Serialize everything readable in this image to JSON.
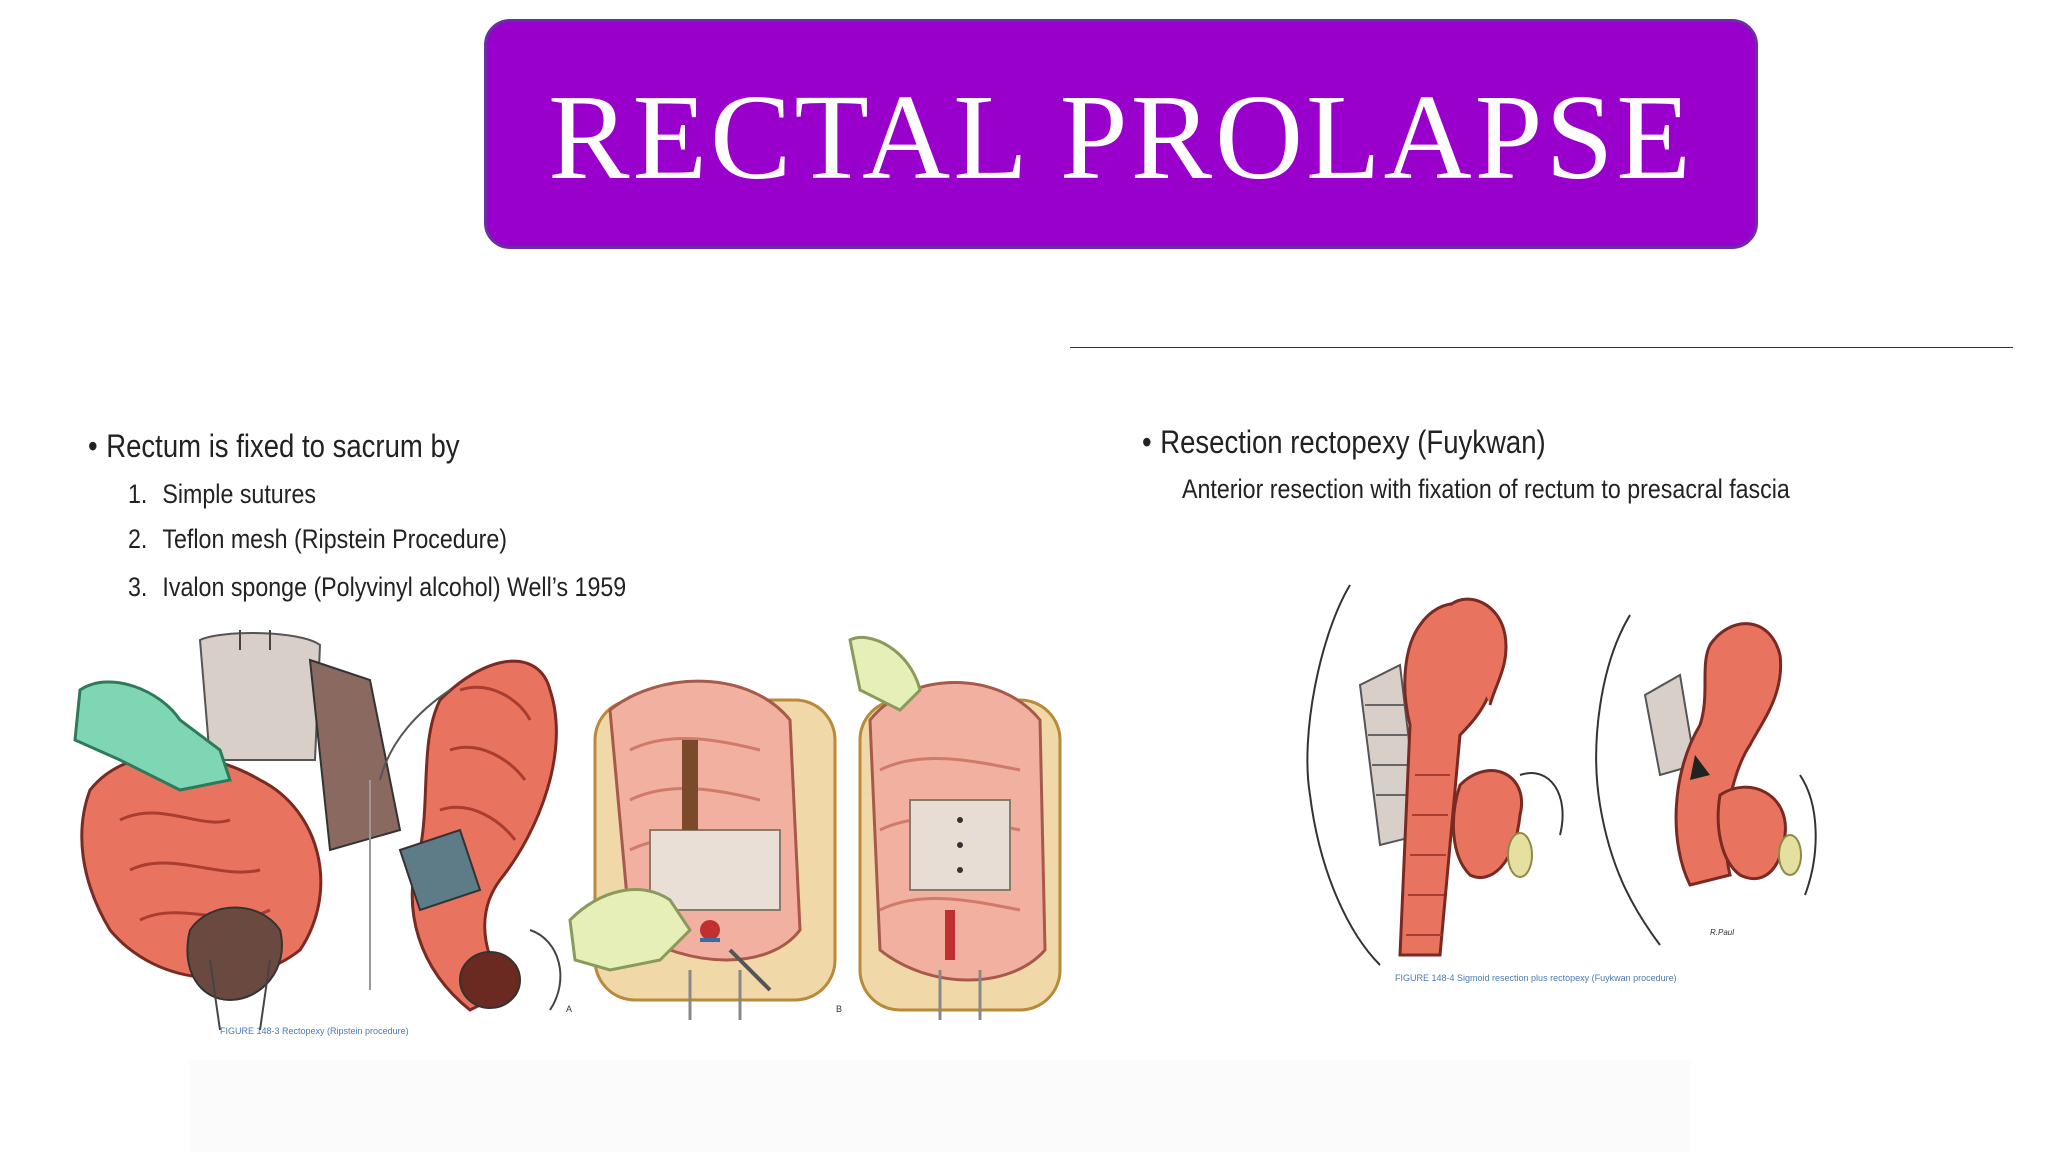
{
  "title": "RECTAL PROLAPSE",
  "left_panel": {
    "heading": "Rectum is fixed to sacrum by",
    "items": [
      {
        "num": "1.",
        "text": "Simple sutures"
      },
      {
        "num": "2.",
        "text": "Teflon mesh (Ripstein Procedure)"
      },
      {
        "num": "3.",
        "text": "Ivalon sponge (Polyvinyl alcohol) Well’s 1959"
      }
    ],
    "figure_caption": "FIGURE 148-3 Rectopexy (Ripstein procedure)",
    "figure_labels": [
      "A",
      "B"
    ]
  },
  "right_panel": {
    "heading": "Resection rectopexy (Fuykwan)",
    "subtext": "Anterior resection with fixation of rectum to presacral fascia",
    "figure_caption": "FIGURE 148-4 Sigmoid resection plus rectopexy (Fuykwan procedure)"
  },
  "colors": {
    "title_bg": "#9a00cc",
    "title_text": "#ffffff",
    "tissue": "#e8735f",
    "tissue_dark": "#b84a3a",
    "glove": "#7fd6b4",
    "sheath": "#d8d0c8"
  }
}
